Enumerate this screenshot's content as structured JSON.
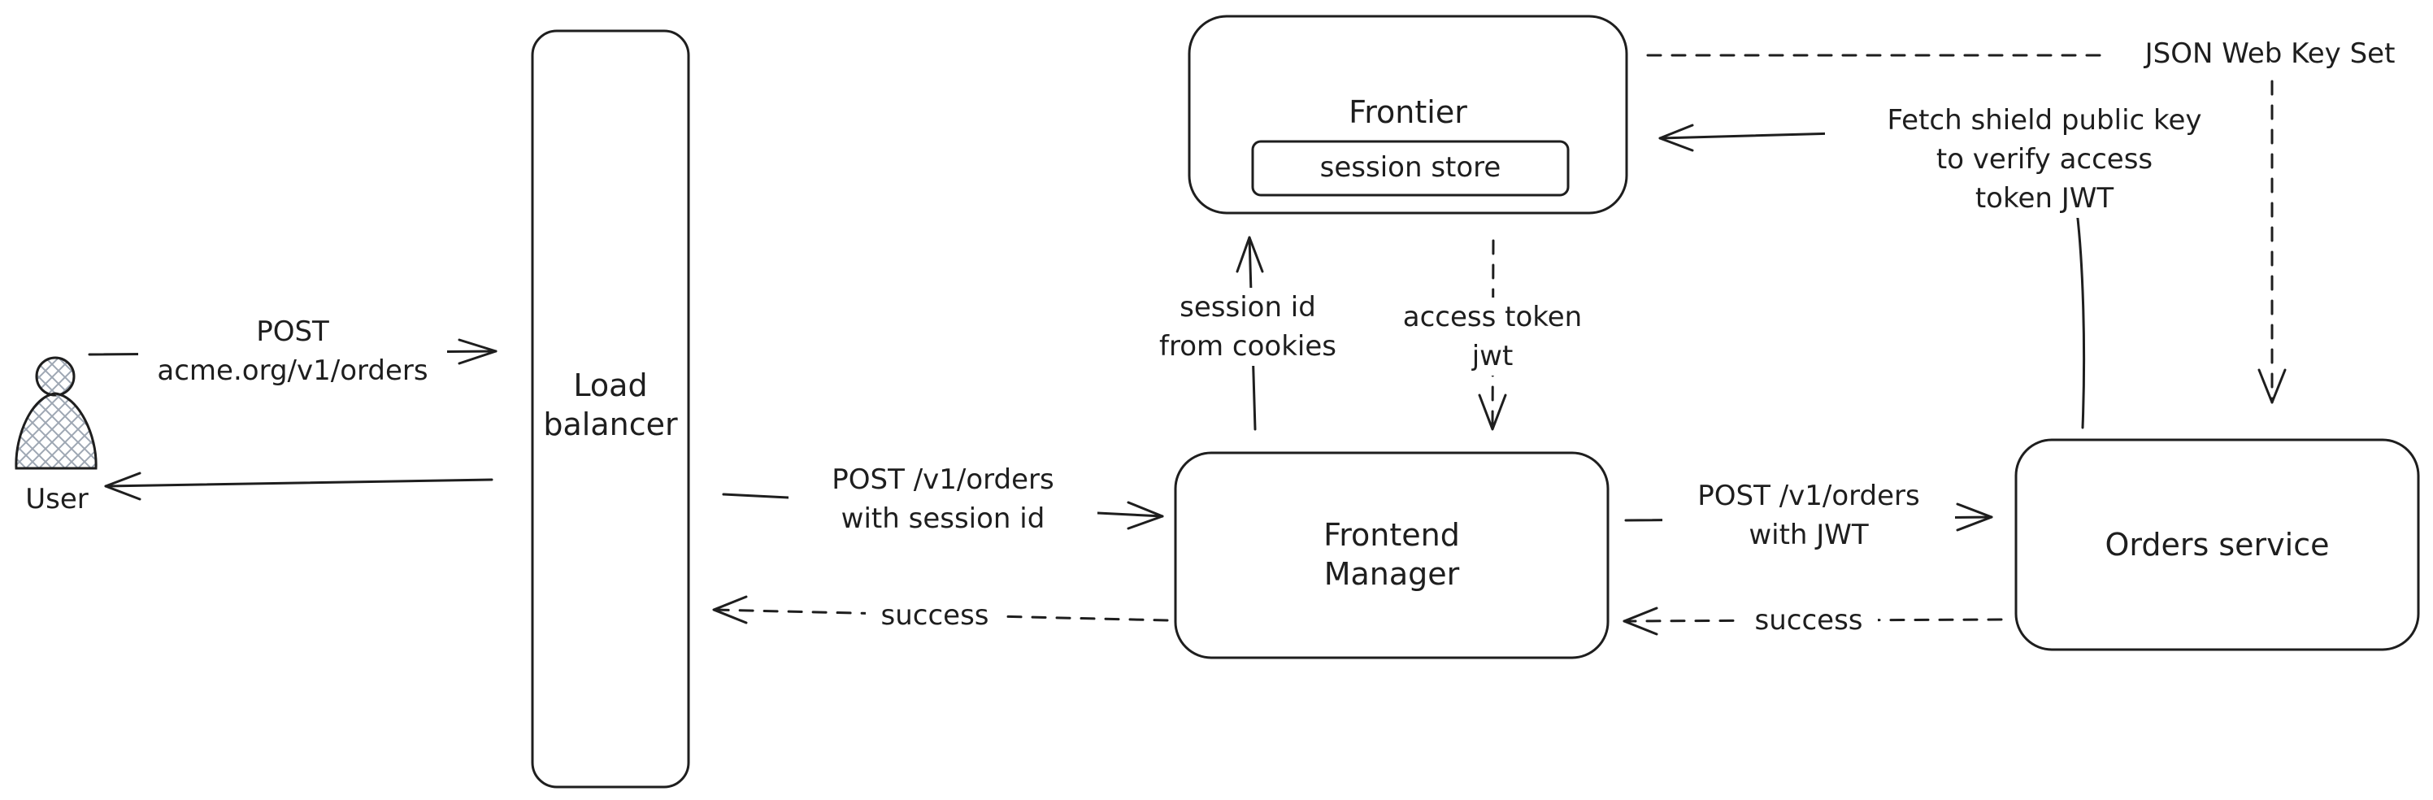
{
  "colors": {
    "stroke": "#1e1e1e",
    "background": "#ffffff",
    "hatch": "#9ea7b3"
  },
  "nodes": {
    "user": "User",
    "load_balancer": "Load\nbalancer",
    "frontier": "Frontier",
    "session_store": "session store",
    "frontend_manager": "Frontend\nManager",
    "orders_service": "Orders service"
  },
  "edges": {
    "user_post": "POST\nacme.org/v1/orders",
    "lb_to_fm": "POST /v1/orders\nwith session id",
    "fm_to_lb_success": "success",
    "fm_to_frontier": "session id\nfrom cookies",
    "frontier_to_fm": "access token\njwt",
    "fm_to_orders": "POST /v1/orders\nwith JWT",
    "orders_to_fm_success": "success",
    "orders_fetch_key": "Fetch shield public key\nto verify access\ntoken JWT",
    "jwks": "JSON Web Key Set"
  }
}
